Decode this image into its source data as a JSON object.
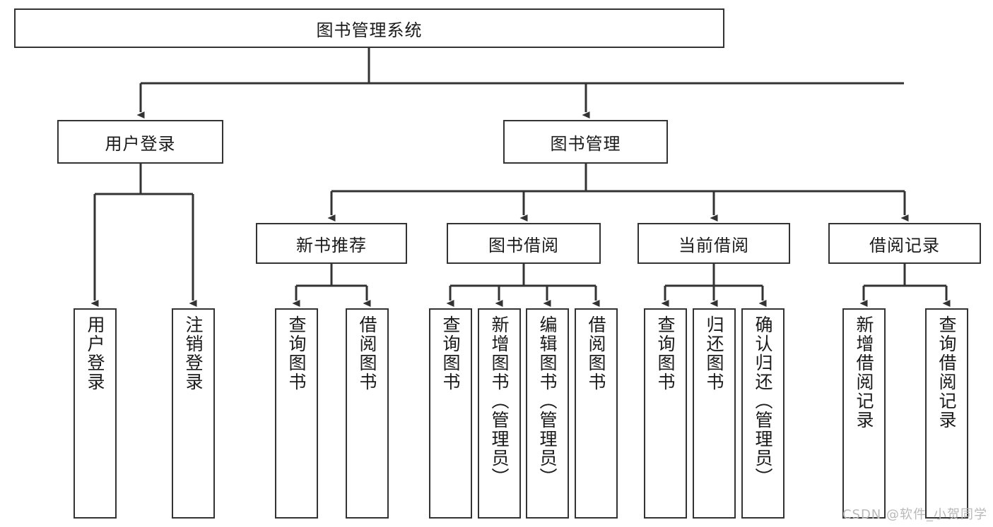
{
  "diagram": {
    "type": "tree-hierarchy-chart",
    "title_node": "图书管理系统",
    "colors": {
      "box_border": "#333333",
      "box_fill": "#ffffff",
      "line": "#333333",
      "text": "#1a1a1a",
      "watermark": "#b9b9b9",
      "background": "#ffffff"
    },
    "level2": [
      {
        "label": "用户登录"
      },
      {
        "label": "图书管理"
      }
    ],
    "level3": [
      {
        "label": "新书推荐"
      },
      {
        "label": "图书借阅"
      },
      {
        "label": "当前借阅"
      },
      {
        "label": "借阅记录"
      }
    ],
    "leaves": {
      "user_login": [
        {
          "label": "用户登录"
        },
        {
          "label": "注销登录"
        }
      ],
      "new_book_recommend": [
        {
          "label": "查询图书"
        },
        {
          "label": "借阅图书"
        }
      ],
      "book_borrow": [
        {
          "label": "查询图书"
        },
        {
          "label": "新增图书（管理员）"
        },
        {
          "label": "编辑图书（管理员）"
        },
        {
          "label": "借阅图书"
        }
      ],
      "current_borrow": [
        {
          "label": "查询图书"
        },
        {
          "label": "归还图书"
        },
        {
          "label": "确认归还（管理员）"
        }
      ],
      "borrow_record": [
        {
          "label": "新增借阅记录"
        },
        {
          "label": "查询借阅记录"
        }
      ]
    },
    "watermark": "CSDN @软件_小贺同学"
  }
}
